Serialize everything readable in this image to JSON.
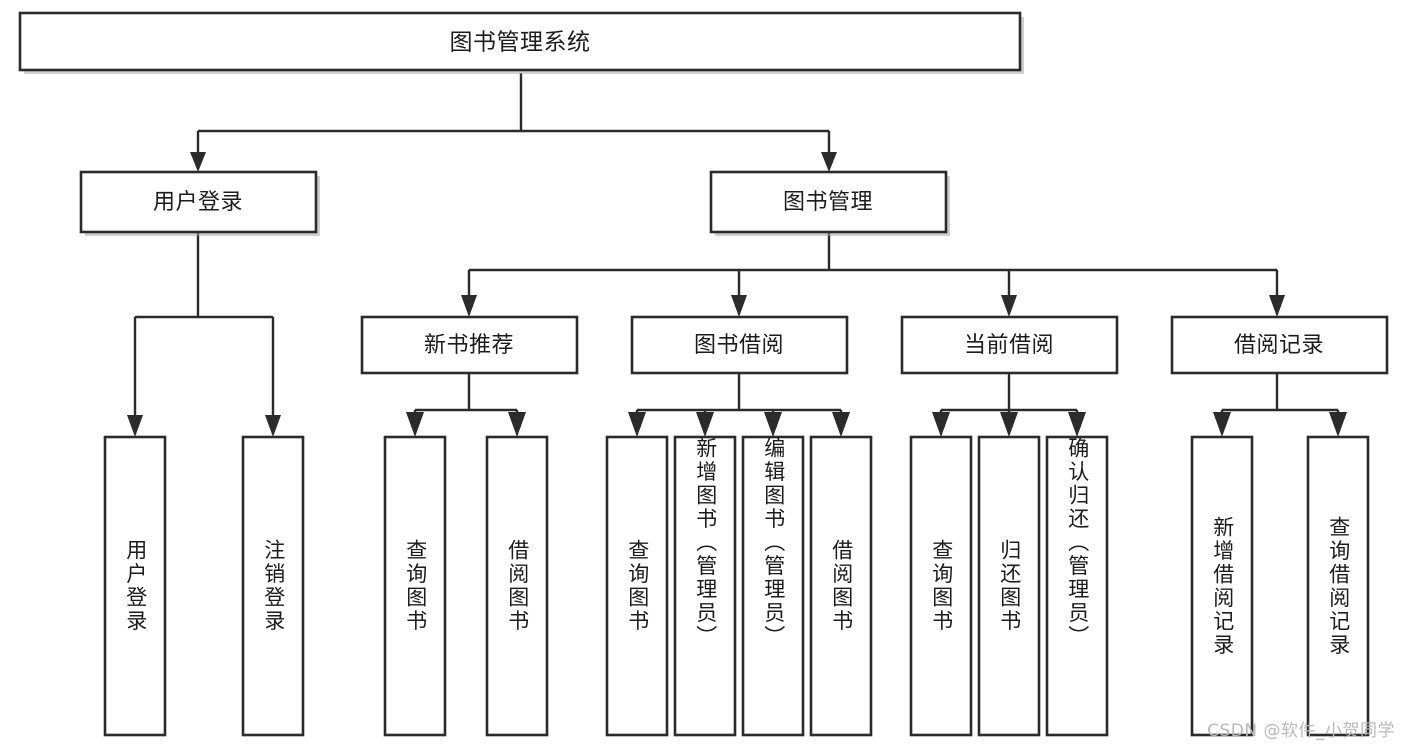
{
  "diagram": {
    "type": "tree",
    "title": "图书管理系统",
    "orientation": "top-down",
    "colors": {
      "box_stroke": "#2b2b2b",
      "box_fill": "#ffffff",
      "line": "#2b2b2b",
      "text": "#1c1c1c",
      "watermark": "#b9b9b9",
      "background": "#ffffff"
    }
  },
  "root": {
    "label": "图书管理系统"
  },
  "level2": [
    {
      "label": "用户登录"
    },
    {
      "label": "图书管理"
    }
  ],
  "level3": [
    {
      "label": "新书推荐"
    },
    {
      "label": "图书借阅"
    },
    {
      "label": "当前借阅"
    },
    {
      "label": "借阅记录"
    }
  ],
  "leaves": {
    "user_login": [
      {
        "label": "用户登录"
      },
      {
        "label": "注销登录"
      }
    ],
    "new_book_recommend": [
      {
        "label": "查询图书"
      },
      {
        "label": "借阅图书"
      }
    ],
    "book_borrow": [
      {
        "label": "查询图书"
      },
      {
        "label": "新增图书（管理员）"
      },
      {
        "label": "编辑图书（管理员）"
      },
      {
        "label": "借阅图书"
      }
    ],
    "current_borrow": [
      {
        "label": "查询图书"
      },
      {
        "label": "归还图书"
      },
      {
        "label": "确认归还（管理员）"
      }
    ],
    "borrow_record": [
      {
        "label": "新增借阅记录"
      },
      {
        "label": "查询借阅记录"
      }
    ]
  },
  "watermark": {
    "text": "CSDN @软件_小贺同学"
  }
}
